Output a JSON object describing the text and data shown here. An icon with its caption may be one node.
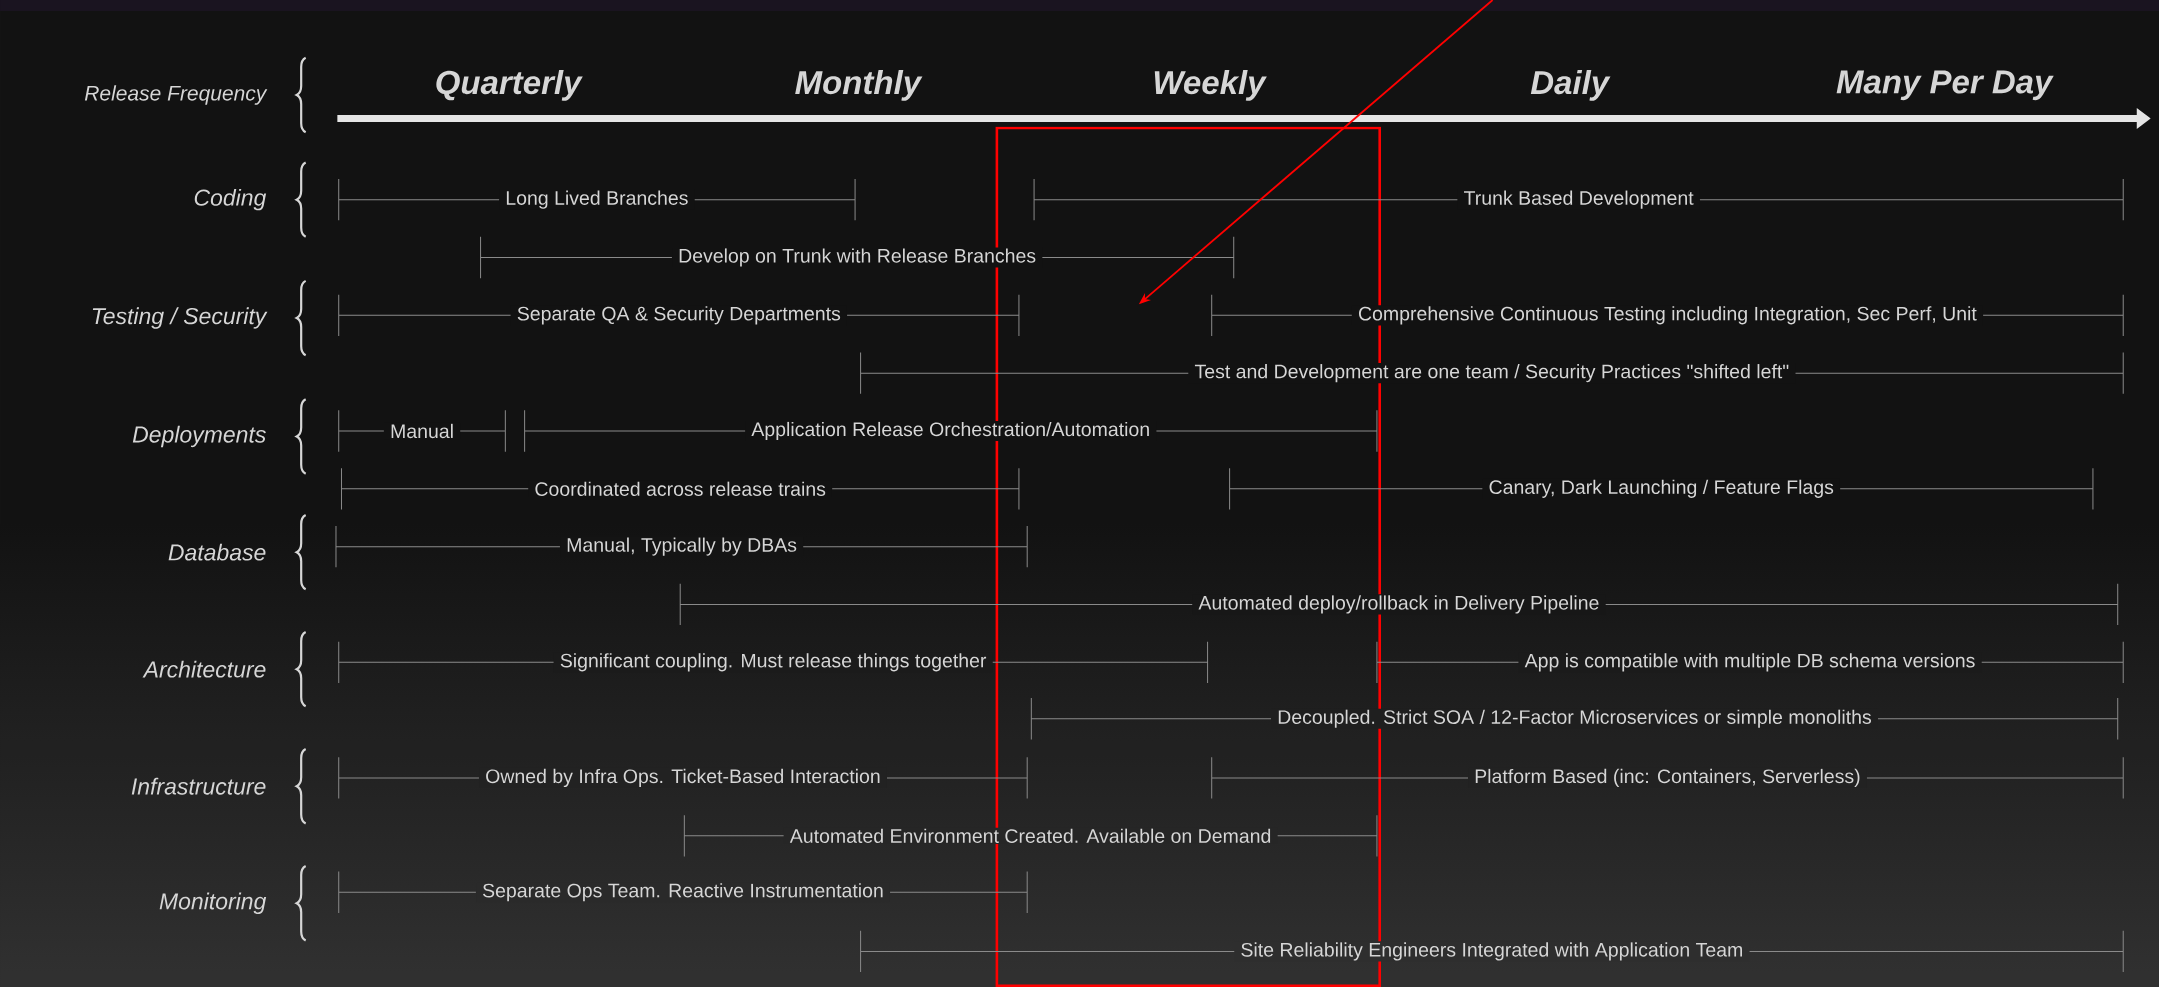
{
  "diagram": {
    "nodes": [
      {
        "text": [
          "Long Lived Branches"
        ]
      },
      {
        "text": [
          "Trunk Based Development"
        ]
      },
      {
        "text": [
          "Develop on Trunk with Release Branches"
        ]
      },
      {
        "text": [
          "Separate QA & Security Departments"
        ]
      },
      {
        "text": [
          "Comprehensive Continuous Testing including Integration, Sec Perf, Unit"
        ]
      },
      {
        "text": [
          "Test and Development are one team / Security Practices \"shifted left\""
        ]
      },
      {
        "text": [
          "Manual"
        ]
      },
      {
        "text": [
          "Application Release Orchestration/Automation"
        ]
      },
      {
        "text": [
          "Coordinated across release trains"
        ]
      },
      {
        "text": [
          "Canary, Dark Launching / Feature Flags"
        ]
      },
      {
        "text": [
          "Manual, Typically by DBAs"
        ]
      },
      {
        "text": [
          "Automated deploy/rollback in Delivery Pipeline"
        ]
      },
      {
        "text": [
          "Significant coupling. Must release things together"
        ]
      },
      {
        "text": [
          "App is compatible with multiple DB schema versions"
        ]
      },
      {
        "text": [
          "Decoupled. Strict SOA / 12-Factor Microservices or simple monoliths"
        ]
      },
      {
        "text": [
          "Owned by Infra Ops. Ticket-Based Interaction"
        ]
      },
      {
        "text": [
          "Platform Based (inc: Containers, Serverless)"
        ]
      },
      {
        "text": [
          "Automated Environment Created. Available on Demand"
        ]
      },
      {
        "text": [
          "Separate Ops Team. Reactive Instrumentation"
        ]
      },
      {
        "text": [
          "Site Reliability Engineers Integrated with Application Team"
        ]
      },
      {
        "text": [],
        "shape": "box"
      }
    ],
    "edges": [
      {
        "from": null,
        "to": 20,
        "arrow": "to",
        "color": "#ff0000"
      }
    ],
    "labels": [
      "Release Frequency",
      "Quarterly",
      "Monthly",
      "Weekly",
      "Daily",
      "Many Per Day",
      "Coding",
      "Testing / Security",
      "Deployments",
      "Database",
      "Architecture",
      "Infrastructure",
      "Monitoring"
    ]
  }
}
